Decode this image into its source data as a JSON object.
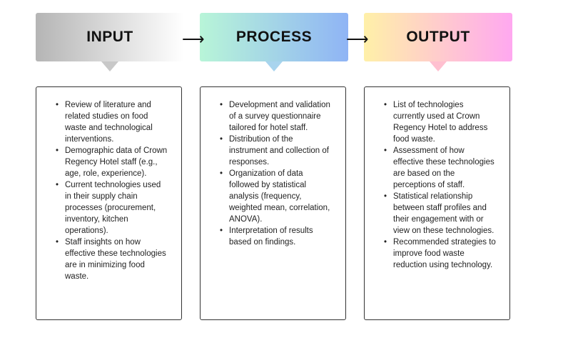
{
  "stages": [
    {
      "title": "INPUT",
      "colors": [
        "#b5b5b5",
        "#ffffff"
      ],
      "pointer": "#c8c8c8",
      "items": [
        "Review of literature and related studies on food waste and technological interventions.",
        "Demographic data of Crown Regency Hotel staff (e.g., age, role, experience).",
        "Current technologies used in their supply chain processes (procurement, inventory, kitchen operations).",
        "Staff insights on how effective these technologies are in minimizing food waste."
      ]
    },
    {
      "title": "PROCESS",
      "colors": [
        "#b8f5d8",
        "#8fb4f5"
      ],
      "pointer": "#a8d4ee",
      "items": [
        "Development and validation of a survey questionnaire tailored for hotel staff.",
        "Distribution of the instrument and collection of responses.",
        "Organization of data followed by statistical analysis (frequency, weighted mean, correlation, ANOVA).",
        "Interpretation of results based on findings."
      ]
    },
    {
      "title": "OUTPUT",
      "colors": [
        "#fff0a8",
        "#ffa8f0"
      ],
      "pointer": "#ffc0d0",
      "items": [
        "List of technologies currently used at Crown Regency Hotel to address food waste.",
        "Assessment of how effective these technologies are based on the perceptions of staff.",
        "Statistical relationship between staff profiles and their engagement with or view on these technologies.",
        "Recommended strategies to improve food waste reduction using technology."
      ]
    }
  ],
  "arrow_glyph": "⟶"
}
